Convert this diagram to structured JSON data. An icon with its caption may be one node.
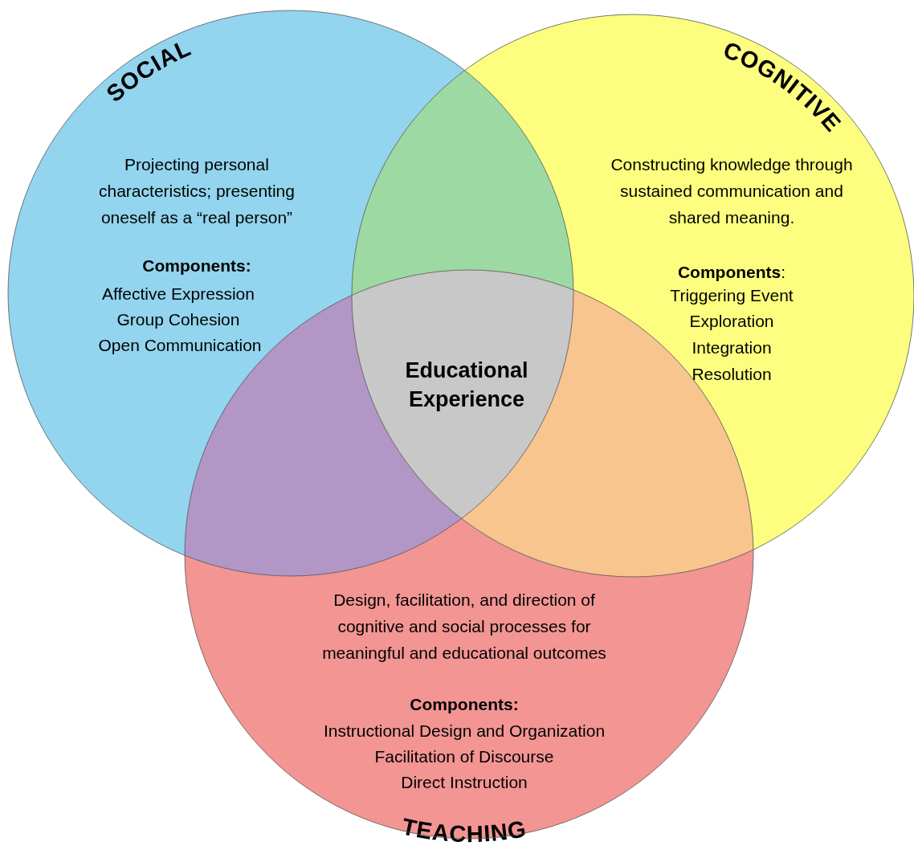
{
  "diagram": {
    "nodes": [
      {
        "text": [
          "SOCIAL",
          "Projecting personal characteristics; presenting oneself as a “real person”",
          "Components:",
          "Affective Expression",
          "Group Cohesion",
          "Open Communication"
        ]
      },
      {
        "text": [
          "COGNITIVE",
          "Constructing knowledge through sustained communication and shared meaning.",
          "**Components**:",
          "Triggering Event",
          "Exploration",
          "Integration",
          "Resolution"
        ]
      },
      {
        "text": [
          "TEACHING",
          "Design, facilitation, and direction of cognitive and social processes for meaningful and educational outcomes",
          "Components:",
          "Instructional Design and Organization",
          "Facilitation of Discourse",
          "Direct Instruction"
        ]
      },
      {
        "text": [
          "Educational Experience"
        ]
      }
    ]
  }
}
